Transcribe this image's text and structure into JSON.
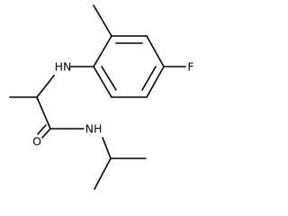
{
  "molecule": {
    "atom_labels": {
      "nh_aniline": "HN",
      "fluorine": "F",
      "nh_amide": "NH",
      "oxygen": "O"
    }
  },
  "colors": {
    "bond": "#000000",
    "label": "#000000",
    "background": "#ffffff"
  }
}
